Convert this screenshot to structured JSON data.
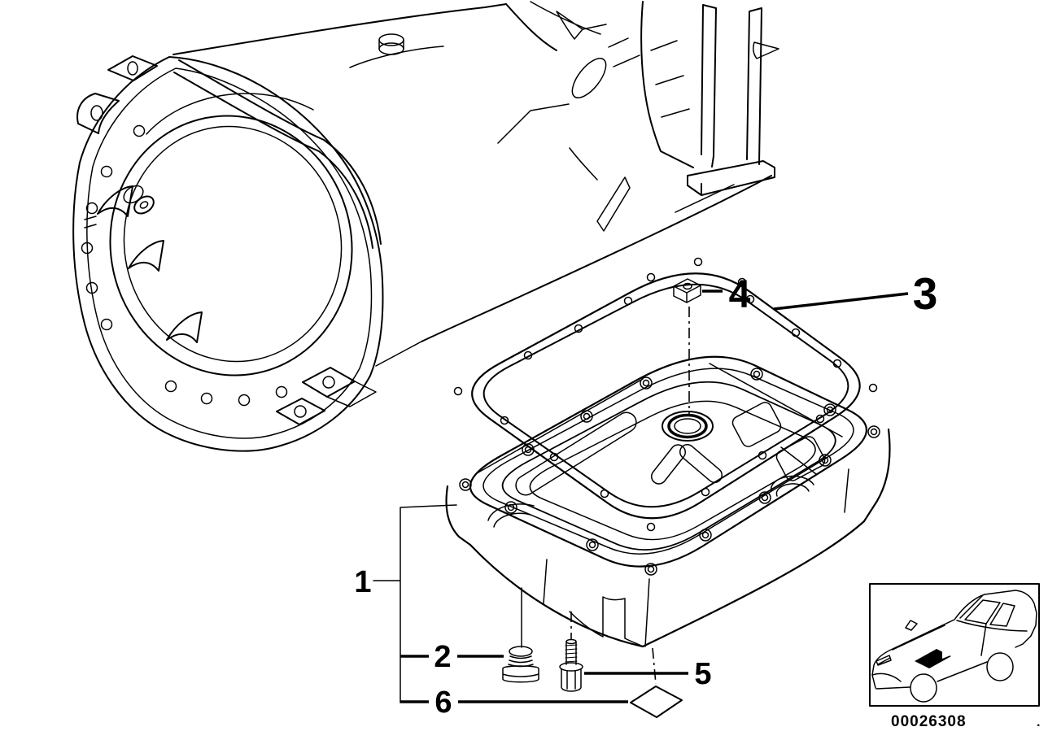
{
  "diagram": {
    "background_color": "#ffffff",
    "line_color": "#000000",
    "callouts": [
      {
        "label": "1"
      },
      {
        "label": "2"
      },
      {
        "label": "3"
      },
      {
        "label": "4"
      },
      {
        "label": "5"
      },
      {
        "label": "6"
      }
    ]
  },
  "thumbnail": {
    "part_number": "00026308",
    "stray_mark": "."
  }
}
